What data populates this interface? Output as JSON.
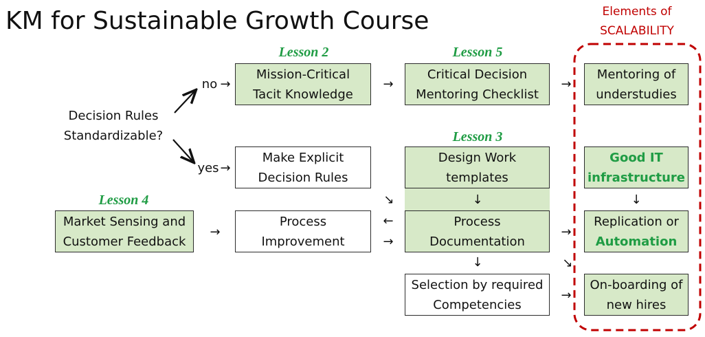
{
  "title": "KM for Sustainable Growth Course",
  "scalability_header": {
    "line1": "Elements of",
    "line2": "SCALABILITY"
  },
  "lessons": {
    "l2": "Lesson 2",
    "l5": "Lesson 5",
    "l3": "Lesson 3",
    "l4": "Lesson 4"
  },
  "question": {
    "line1": "Decision Rules",
    "line2": "Standardizable?"
  },
  "branch": {
    "no": "no",
    "yes": "yes"
  },
  "boxes": {
    "mission": [
      "Mission-Critical",
      "Tacit Knowledge"
    ],
    "checklist": [
      "Critical Decision",
      "Mentoring Checklist"
    ],
    "mentoring": [
      "Mentoring of",
      "understudies"
    ],
    "explicit": [
      "Make Explicit",
      "Decision Rules"
    ],
    "templates": [
      "Design Work",
      "templates"
    ],
    "it": [
      "Good IT",
      "infrastructure"
    ],
    "market": [
      "Market Sensing and",
      "Customer Feedback"
    ],
    "improvement": [
      "Process",
      "Improvement"
    ],
    "documentation": [
      "Process",
      "Documentation"
    ],
    "replication": [
      "Replication or",
      "Automation"
    ],
    "selection": [
      "Selection by required",
      "Competencies"
    ],
    "onboarding": [
      "On-boarding of",
      "new hires"
    ]
  },
  "arrows": {
    "right": "→",
    "left": "←",
    "down": "↓",
    "diag": "↘"
  },
  "colors": {
    "box_fill": "#d7e9c8",
    "lesson_green": "#1f9c44",
    "scalability_red": "#c00000"
  }
}
